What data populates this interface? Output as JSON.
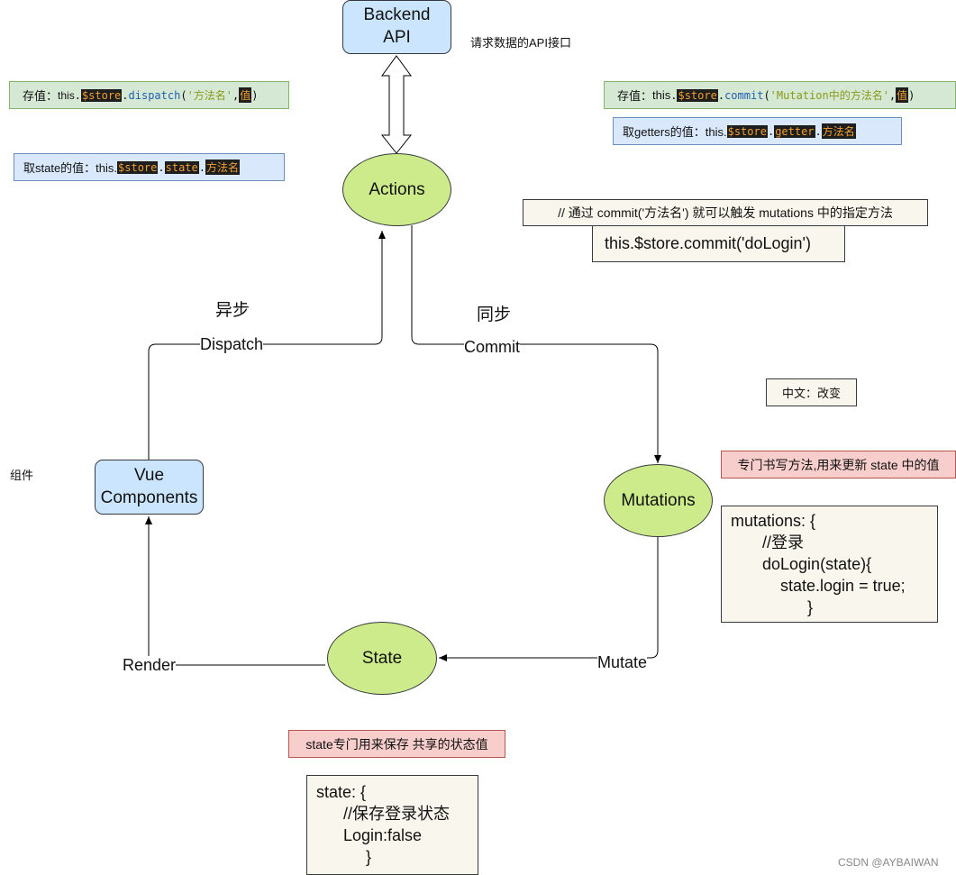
{
  "nodes": {
    "backend_api": "Backend\nAPI",
    "actions": "Actions",
    "mutations": "Mutations",
    "state": "State",
    "vue_components": "Vue\nComponents"
  },
  "labels": {
    "api_desc": "请求数据的API接口",
    "component_label": "组件",
    "async_label": "异步",
    "sync_label": "同步",
    "chinese_change": "中文：改变"
  },
  "edges": {
    "dispatch": "Dispatch",
    "commit": "Commit",
    "mutate": "Mutate",
    "render": "Render"
  },
  "notes": {
    "dispatch_note": {
      "prefix": "存值：",
      "this": "this",
      "dot1": ".",
      "store": "$store",
      "dot2": ".",
      "method": "dispatch",
      "open": "(",
      "arg": "'方法名'",
      "comma": ",",
      "value": "值",
      "close": ")"
    },
    "state_note": {
      "prefix": "取state的值：this.",
      "store": "$store",
      "dot1": ".",
      "key": "state",
      "dot2": ".",
      "name": "方法名"
    },
    "commit_note": {
      "prefix": "存值：",
      "this": "this",
      "dot1": ".",
      "store": "$store",
      "dot2": ".",
      "method": "commit",
      "open": "(",
      "arg": "'Mutation中的方法名'",
      "comma": ",",
      "value": "值",
      "close": ")"
    },
    "getters_note": {
      "prefix": "取getters的值：this.",
      "store": "$store",
      "dot1": ".",
      "key": "getter",
      "dot2": ".",
      "name": "方法名"
    },
    "commit_comment": "// 通过 commit('方法名') 就可以触发 mutations 中的指定方法",
    "commit_code": "this.$store.commit('doLogin')",
    "mutations_desc": "专门书写方法,用来更新 state 中的值",
    "state_desc": "state专门用来保存 共享的状态值"
  },
  "code": {
    "mutations_code": "mutations: {\n       //登录\n       doLogin(state){\n           state.login = true;\n                 }",
    "state_code": "state: {\n      //保存登录状态\n      Login:false\n           }"
  },
  "watermark": "CSDN @AYBAIWAN",
  "colors": {
    "node_blue": "#cce5ff",
    "node_green": "#cdeb8b",
    "note_green": "#d5e8d4",
    "note_blue": "#dae8fc",
    "note_red": "#f8cecc",
    "note_beige": "#f9f7ed"
  }
}
